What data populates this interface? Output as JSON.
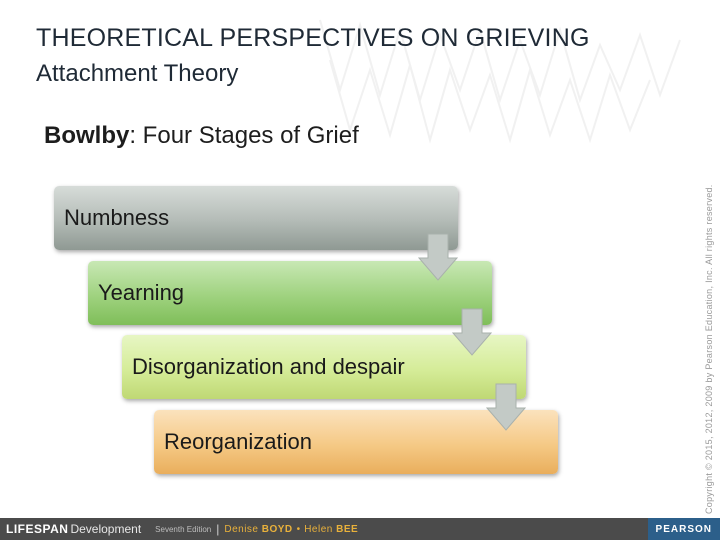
{
  "title": {
    "line1": "THEORETICAL PERSPECTIVES ON GRIEVING",
    "line2": "Attachment Theory"
  },
  "subtitle": {
    "bold": "Bowlby",
    "rest": ": Four Stages of Grief"
  },
  "stages": [
    {
      "label": "Numbness"
    },
    {
      "label": "Yearning"
    },
    {
      "label": "Disorganization and despair"
    },
    {
      "label": "Reorganization"
    }
  ],
  "copyright": "Copyright © 2015, 2012, 2009 by Pearson Education, Inc. All rights reserved.",
  "footer": {
    "lifespan": "LIFESPAN",
    "development": "Development",
    "edition": "Seventh Edition",
    "separator": "|",
    "author1_first": "Denise",
    "author1_last": "BOYD",
    "bullet": "•",
    "author2_first": "Helen",
    "author2_last": "BEE",
    "publisher": "PEARSON"
  },
  "colors": {
    "title": "#1f2a36",
    "stage1": "#b3bbb6",
    "stage2": "#9fd27f",
    "stage3": "#d5ec98",
    "stage4": "#f5c985",
    "arrow": "#b9c1bc",
    "footer_bg": "#4b4b4b",
    "author_accent": "#e9b13b",
    "publisher_bg": "#2c5f8a"
  }
}
